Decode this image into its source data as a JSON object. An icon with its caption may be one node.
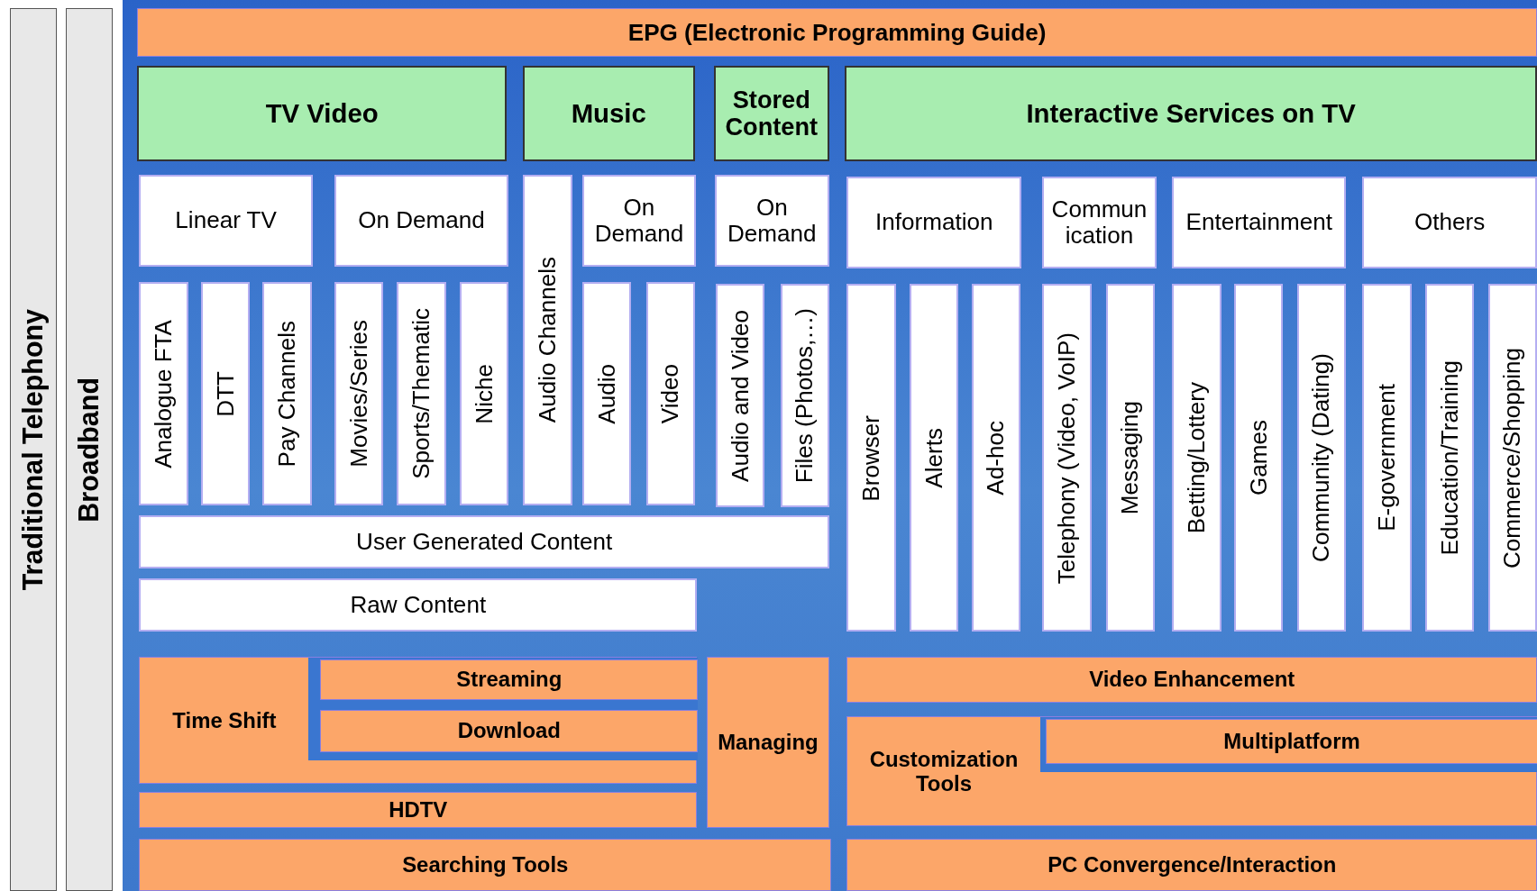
{
  "diagram": {
    "nodes": [
      {
        "text": [
          "Traditional Telephony"
        ]
      },
      {
        "text": [
          "Broadband"
        ]
      },
      {
        "text": [
          "EPG (Electronic Programming Guide)"
        ]
      },
      {
        "text": [
          "TV Video"
        ]
      },
      {
        "text": [
          "Music"
        ]
      },
      {
        "text": [
          "Stored Content"
        ]
      },
      {
        "text": [
          "Interactive Services on TV"
        ]
      },
      {
        "text": [
          "Linear TV"
        ]
      },
      {
        "text": [
          "On Demand"
        ]
      },
      {
        "text": [
          "Audio Channels"
        ]
      },
      {
        "text": [
          "On Demand"
        ]
      },
      {
        "text": [
          "On Demand"
        ]
      },
      {
        "text": [
          "Information"
        ]
      },
      {
        "text": [
          "Commun ication"
        ]
      },
      {
        "text": [
          "Entertainment"
        ]
      },
      {
        "text": [
          "Others"
        ]
      },
      {
        "text": [
          "Analogue FTA"
        ]
      },
      {
        "text": [
          "DTT"
        ]
      },
      {
        "text": [
          "Pay Channels"
        ]
      },
      {
        "text": [
          "Movies/Series"
        ]
      },
      {
        "text": [
          "Sports/Thematic"
        ]
      },
      {
        "text": [
          "Niche"
        ]
      },
      {
        "text": [
          "Audio"
        ]
      },
      {
        "text": [
          "Video"
        ]
      },
      {
        "text": [
          "Audio and Video"
        ]
      },
      {
        "text": [
          "Files (Photos,…)"
        ]
      },
      {
        "text": [
          "Browser"
        ]
      },
      {
        "text": [
          "Alerts"
        ]
      },
      {
        "text": [
          "Ad-hoc"
        ]
      },
      {
        "text": [
          "Telephony (Video, VoIP)"
        ]
      },
      {
        "text": [
          "Messaging"
        ]
      },
      {
        "text": [
          "Betting/Lottery"
        ]
      },
      {
        "text": [
          "Games"
        ]
      },
      {
        "text": [
          "Community (Dating)"
        ]
      },
      {
        "text": [
          "E-government"
        ]
      },
      {
        "text": [
          "Education/Training"
        ]
      },
      {
        "text": [
          "Commerce/Shopping"
        ]
      },
      {
        "text": [
          "User Generated Content"
        ]
      },
      {
        "text": [
          "Raw Content"
        ]
      },
      {
        "text": [
          "Time Shift"
        ]
      },
      {
        "text": [
          "Streaming"
        ],
        "in": 39
      },
      {
        "text": [
          "Download"
        ],
        "in": 39
      },
      {
        "text": [
          "Managing"
        ]
      },
      {
        "text": [
          "HDTV"
        ]
      },
      {
        "text": [
          "Searching Tools"
        ]
      },
      {
        "text": [
          "Video Enhancement"
        ]
      },
      {
        "text": [
          "Customization Tools"
        ]
      },
      {
        "text": [
          "Multiplatform"
        ],
        "in": 46
      },
      {
        "text": [
          "PC Convergence/Interaction"
        ]
      }
    ]
  }
}
